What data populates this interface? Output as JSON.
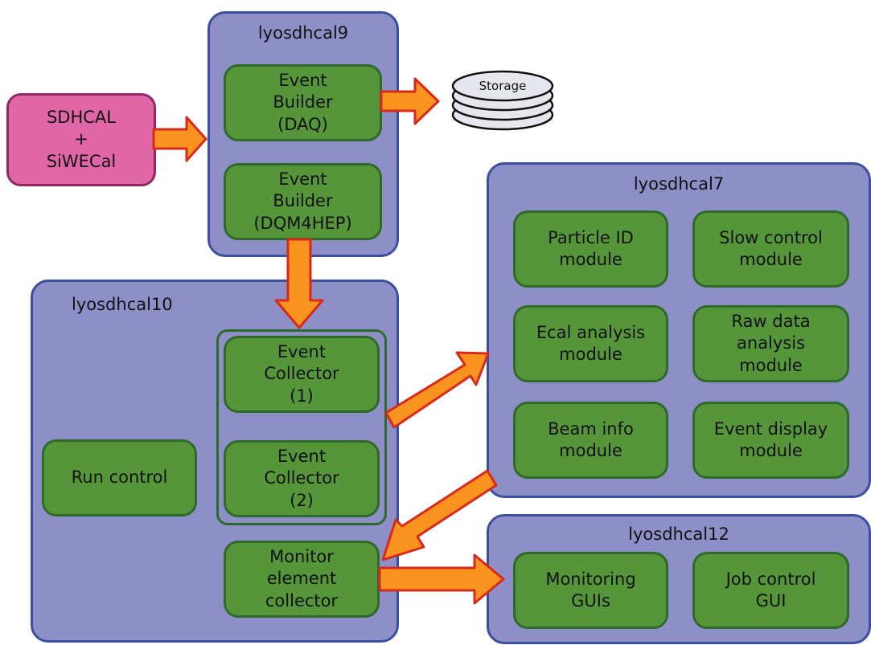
{
  "source": {
    "label": "SDHCAL\n+\nSiWECal"
  },
  "storage": {
    "label": "Storage"
  },
  "hosts": {
    "lyosdhcal9": {
      "title": "lyosdhcal9",
      "modules": [
        "Event\nBuilder\n(DAQ)",
        "Event\nBuilder\n(DQM4HEP)"
      ]
    },
    "lyosdhcal10": {
      "title": "lyosdhcal10",
      "modules": [
        "Run control",
        "Event\nCollector\n(1)",
        "Event\nCollector\n(2)",
        "Monitor\nelement\ncollector"
      ]
    },
    "lyosdhcal7": {
      "title": "lyosdhcal7",
      "modules": [
        "Particle ID\nmodule",
        "Slow control\nmodule",
        "Ecal analysis\nmodule",
        "Raw data\nanalysis\nmodule",
        "Beam info\nmodule",
        "Event display\nmodule"
      ]
    },
    "lyosdhcal12": {
      "title": "lyosdhcal12",
      "modules": [
        "Monitoring\nGUIs",
        "Job control\nGUI"
      ]
    }
  },
  "colors": {
    "host_fill": "#8f8fc8",
    "host_border": "#3b4f9e",
    "module_fill": "#56963a",
    "module_border": "#2e6a2a",
    "source_fill": "#e066a8",
    "arrow_fill": "#f7931e",
    "arrow_border": "#d82a1c",
    "storage_fill": "#e6e6ee"
  }
}
